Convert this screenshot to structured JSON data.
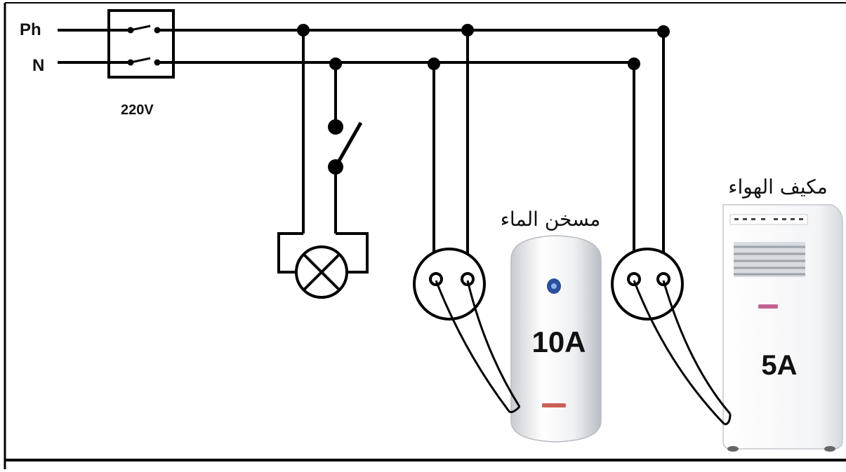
{
  "supply": {
    "phase_label": "Ph",
    "neutral_label": "N",
    "voltage_label": "220V"
  },
  "water_heater": {
    "name": "مسخن الماء",
    "current": "10A"
  },
  "air_conditioner": {
    "name": "مكيف الهواء",
    "current": "5A"
  },
  "colors": {
    "wire": "#000000",
    "heater_body": "#eceff2",
    "ac_body": "#f1f2f4",
    "ac_vent": "#c9ccd2",
    "heater_knob": "#2b4f9a",
    "brand_red": "#c0392b"
  }
}
